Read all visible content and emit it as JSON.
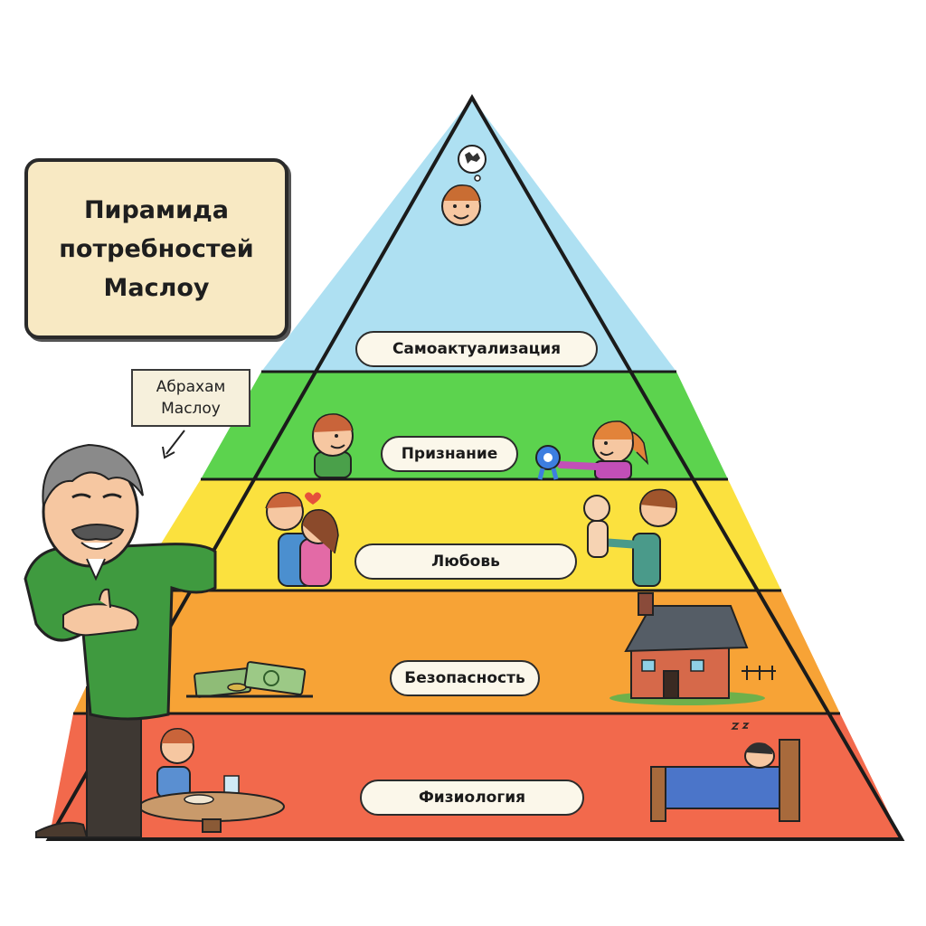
{
  "title": {
    "lines": [
      "Пирамида",
      "потребностей",
      "Маслоу"
    ]
  },
  "person_label": {
    "lines": [
      "Абрахам",
      "Маслоу"
    ]
  },
  "pyramid": {
    "levels": [
      {
        "label": "Физиология",
        "color": "#f2694c"
      },
      {
        "label": "Безопасность",
        "color": "#f7a336"
      },
      {
        "label": "Любовь",
        "color": "#fbe13e"
      },
      {
        "label": "Признание",
        "color": "#5cd34e"
      },
      {
        "label": "Самоактуализация",
        "color": "#aee0f2"
      }
    ]
  },
  "illustrations": {
    "top": [
      "thinking-boy-icon",
      "thought-bubble-icon"
    ],
    "level_4": [
      "boy-icon",
      "girl-with-award-icon",
      "award-ribbon-icon"
    ],
    "level_3": [
      "hugging-couple-icon",
      "heart-icon",
      "father-with-baby-icon"
    ],
    "level_2": [
      "money-icon",
      "house-icon"
    ],
    "level_1": [
      "boy-eating-icon",
      "table-icon",
      "sleeping-person-icon",
      "bed-icon"
    ],
    "maslow": "maslow-cartoon-icon"
  },
  "colors": {
    "outline": "#1b1b1b",
    "title_bg": "#f8e9c3",
    "pill_bg": "#fbf7ea",
    "sweater": "#3f9a3f"
  }
}
